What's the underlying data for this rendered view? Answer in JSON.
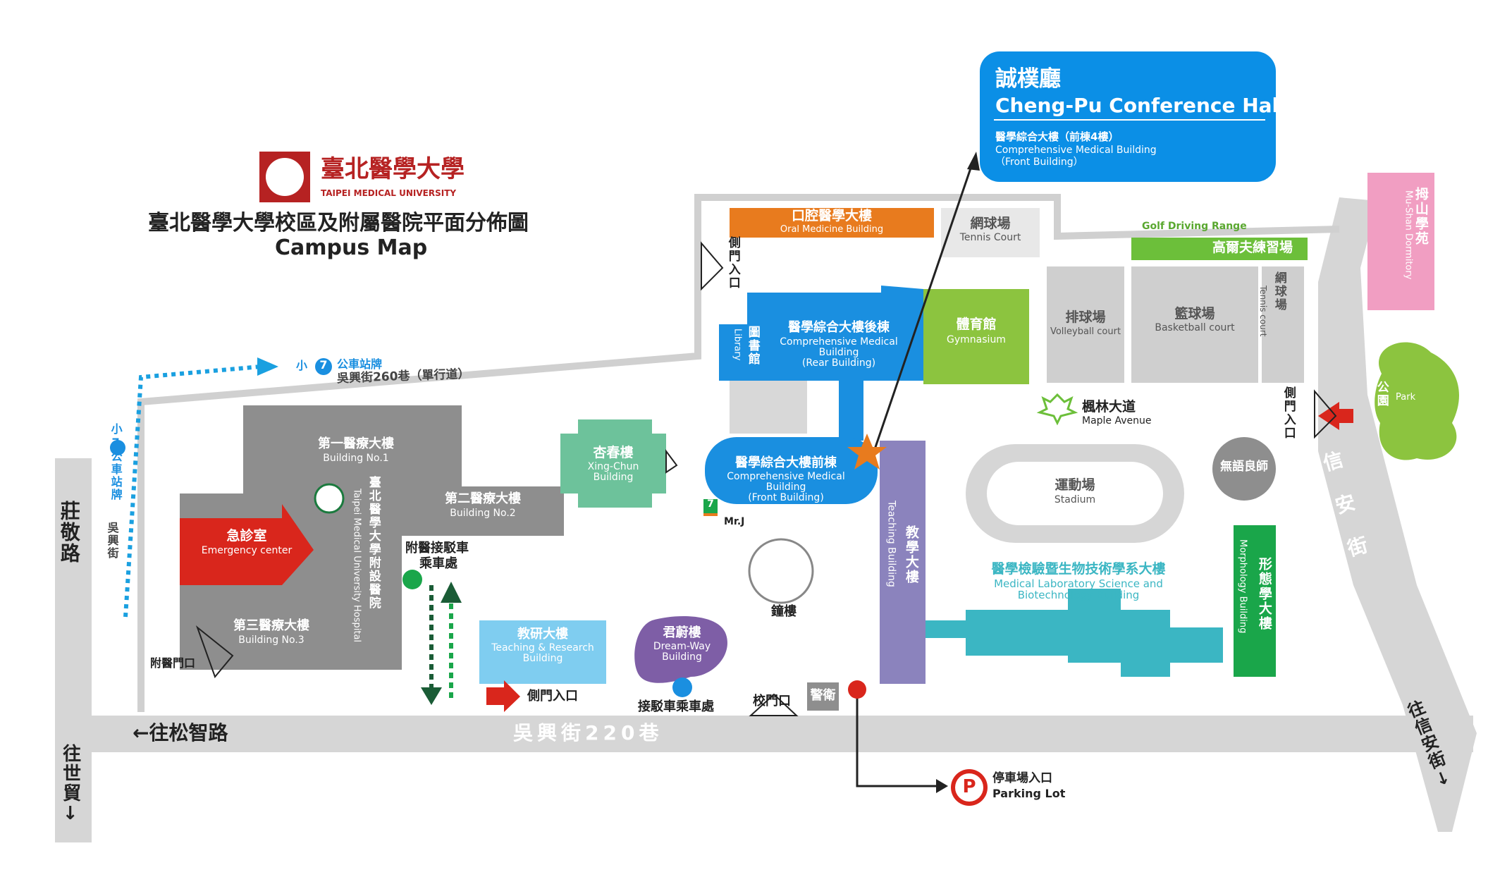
{
  "logo": {
    "name_cn": "臺北醫學大學",
    "name_en": "TAIPEI MEDICAL UNIVERSITY"
  },
  "title": {
    "cn": "臺北醫學大學校區及附屬醫院平面分佈圖",
    "en": "Campus Map"
  },
  "callout": {
    "name_cn": "誠樸廳",
    "name_en": "Cheng-Pu Conference Hall",
    "loc_cn": "醫學綜合大樓（前棟4樓）",
    "loc_en1": "Comprehensive Medical Building",
    "loc_en2": "（Front Building）"
  },
  "buildings": {
    "oral": {
      "cn": "口腔醫學大樓",
      "en": "Oral Medicine Building"
    },
    "tennis_top": {
      "cn": "網球場",
      "en": "Tennis Court"
    },
    "golf": {
      "cn": "高爾夫練習場",
      "en": "Golf Driving Range"
    },
    "dorm": {
      "cn": "拇山學苑",
      "en": "Mu-Shan Dormitory"
    },
    "library": {
      "cn": "圖書館",
      "en": "Library"
    },
    "rear": {
      "cn": "醫學綜合大樓後棟",
      "en1": "Comprehensive Medical",
      "en2": "Building",
      "en3": "(Rear Building)"
    },
    "gym": {
      "cn": "體育館",
      "en": "Gymnasium"
    },
    "volley": {
      "cn": "排球場",
      "en": "Volleyball court"
    },
    "basket": {
      "cn": "籃球場",
      "en": "Basketball court"
    },
    "tennis_right": {
      "cn": "網球場",
      "en": "Tennis court"
    },
    "park": {
      "cn": "公園",
      "en": "Park"
    },
    "maple": {
      "cn": "楓林大道",
      "en": "Maple Avenue"
    },
    "mentor": {
      "cn": "無語良師"
    },
    "stadium": {
      "cn": "運動場",
      "en": "Stadium"
    },
    "front": {
      "cn": "醫學綜合大樓前棟",
      "en1": "Comprehensive Medical",
      "en2": "Building",
      "en3": "(Front Building)"
    },
    "teaching": {
      "cn": "教學大樓",
      "en": "Teaching Building"
    },
    "xingchun": {
      "cn": "杏春樓",
      "en1": "Xing-Chun",
      "en2": "Building"
    },
    "b1": {
      "cn": "第一醫療大樓",
      "en": "Building No.1"
    },
    "b2": {
      "cn": "第二醫療大樓",
      "en": "Building No.2"
    },
    "b3": {
      "cn": "第三醫療大樓",
      "en": "Building No.3"
    },
    "hospital": {
      "cn": "臺北醫學大學附設醫院",
      "en": "Taipei Medical University Hospital"
    },
    "emergency": {
      "cn": "急診室",
      "en": "Emergency center"
    },
    "research": {
      "cn": "教研大樓",
      "en1": "Teaching & Research",
      "en2": "Building"
    },
    "dreamway": {
      "cn": "君蔚樓",
      "en1": "Dream-Way",
      "en2": "Building"
    },
    "medlab": {
      "cn": "醫學檢驗暨生物技術學系大樓",
      "en1": "Medical Laboratory Science and",
      "en2": "Biotechnology Building"
    },
    "morph": {
      "cn": "形態學大樓",
      "en": "Morphology Building"
    },
    "bell": {
      "cn": "鐘樓"
    },
    "guard": {
      "cn": "警衛"
    }
  },
  "labels": {
    "side_gate": "側門入口",
    "bus_stop_top": "小 7 公車站牌",
    "bus_stop_left": "小7公車站牌",
    "bus_num": "7",
    "bus_small": "小",
    "lane260": "吳興街260巷（單行道）",
    "lane_left": "吳興街",
    "shuttle_hosp": "附醫接駁車",
    "shuttle_hosp2": "乘車處",
    "hosp_gate": "附醫門口",
    "side_entrance": "側門入口",
    "shuttle_stop": "接駁車乘車處",
    "main_gate": "校門口",
    "mrj": "Mr.J",
    "seven": "7",
    "parking_cn": "停車場入口",
    "parking_en": "Parking Lot",
    "parking_icon": "P"
  },
  "roads": {
    "zhuangjing": "莊敬路",
    "to_songzhi": "←往松智路",
    "lane220": "吳興街220巷",
    "to_shimao": "往世貿↓",
    "xinyi": "信安街",
    "to_xinyi": "往信安街↓"
  },
  "colors": {
    "road": "#d6d6d6",
    "hospital_gray": "#8e8e8e",
    "blue": "#1a8fe0",
    "callout_blue": "#0b8fe6",
    "orange": "#e87b1e",
    "green": "#8cc43f",
    "lightgreen": "#6cbf3a",
    "pink": "#f19ec2",
    "purple": "#8b83bd",
    "teal": "#3bb6c3",
    "darkgreen": "#1aa64a",
    "seagreen": "#6dc29b",
    "red": "#d9261c",
    "lightblue": "#7fcdf0",
    "grape": "#7e5ea6",
    "gray_court": "#cfcfcf"
  },
  "icons": [
    "star-icon",
    "bus-icon",
    "gate-icon",
    "arrow-icon",
    "parking-icon",
    "leaf-icon",
    "convenience-store-icon"
  ]
}
